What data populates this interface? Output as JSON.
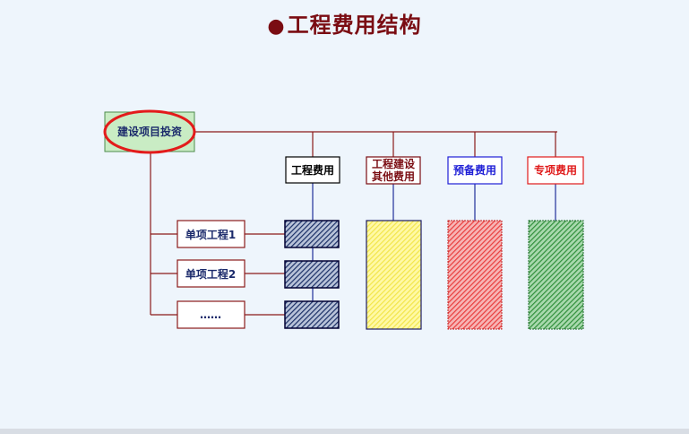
{
  "title": "工程费用结构",
  "root_label": "建设项目投资",
  "categories": [
    {
      "id": "eng",
      "lines": [
        "工程费用"
      ],
      "text_color": "#000000",
      "border_color": "#000000",
      "fill": "#1a2f66",
      "pattern_bg": "#b9c3d9"
    },
    {
      "id": "other",
      "lines": [
        "工程建设",
        "其他费用"
      ],
      "text_color": "#7a0c12",
      "border_color": "#7a0c12",
      "fill": "#f2e54a",
      "pattern_bg": "#fff9a6"
    },
    {
      "id": "reserve",
      "lines": [
        "预备费用"
      ],
      "text_color": "#1f1fd6",
      "border_color": "#1f1fd6",
      "fill": "#e83c3c",
      "pattern_bg": "#f7b5b5"
    },
    {
      "id": "special",
      "lines": [
        "专项费用"
      ],
      "text_color": "#e01b1b",
      "border_color": "#e01b1b",
      "fill": "#2f8f3a",
      "pattern_bg": "#a9d9ae"
    }
  ],
  "items": [
    "单项工程1",
    "单项工程2",
    "……"
  ],
  "colors": {
    "line": "#8b1a1a",
    "item_text": "#1b2a6b",
    "root_fill": "#c9ecc4",
    "highlight": "#e31b1b"
  }
}
